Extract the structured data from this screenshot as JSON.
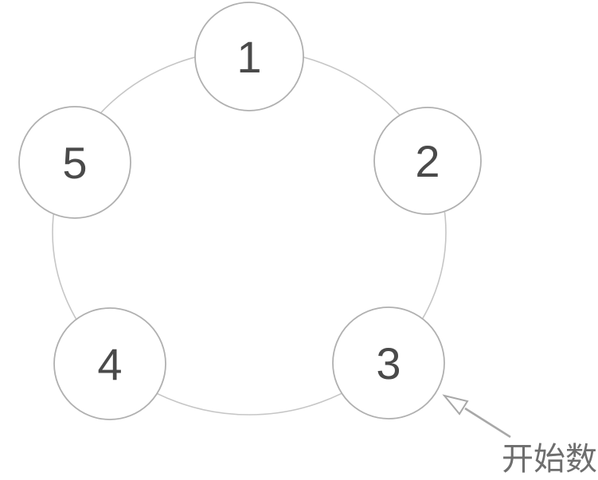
{
  "diagram": {
    "description": "Five numbered circles arranged clockwise on a ring (counting circle)",
    "nodes": [
      {
        "id": 1,
        "label": "1",
        "position": "top"
      },
      {
        "id": 2,
        "label": "2",
        "position": "upper-right"
      },
      {
        "id": 3,
        "label": "3",
        "position": "lower-right"
      },
      {
        "id": 4,
        "label": "4",
        "position": "lower-left"
      },
      {
        "id": 5,
        "label": "5",
        "position": "upper-left"
      }
    ]
  },
  "annotation": {
    "label": "开始数",
    "points_to_node": "3"
  },
  "colors": {
    "background": "#ffffff",
    "ring_stroke": "#c6c6c6",
    "node_stroke": "#b0b0b0",
    "node_fill": "#ffffff",
    "number_text": "#4a4a4a",
    "annotation_text": "#6e6e6e",
    "arrow": "#a8a8a8"
  }
}
